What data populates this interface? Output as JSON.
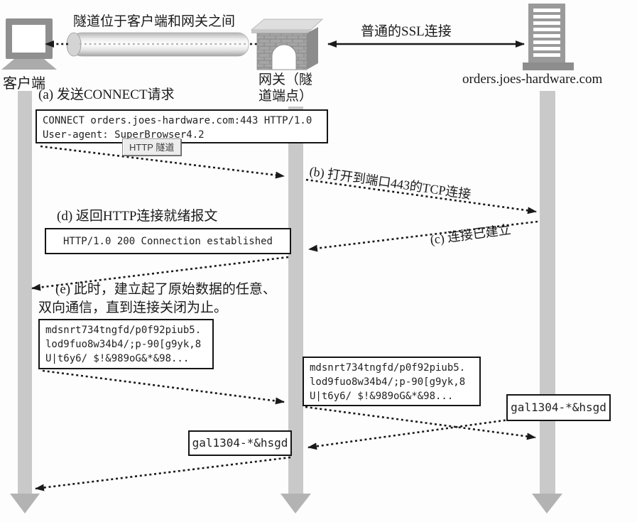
{
  "header": {
    "tunnel_caption": "隧道位于客户端和网关之间",
    "ssl_caption": "普通的SSL连接",
    "client_label": "客户端",
    "gateway_label_1": "网关（隧",
    "gateway_label_2": "道端点）",
    "server_label": "orders.joes-hardware.com"
  },
  "steps": {
    "a": "(a) 发送CONNECT请求",
    "b": "(b) 打开到端口443的TCP连接",
    "c": "(c) 连接已建立",
    "d": "(d) 返回HTTP连接就绪报文",
    "e1": "(e) 此时，建立起了原始数据的任意、",
    "e2": "双向通信，直到连接关闭为止。"
  },
  "messages": {
    "connect_1": "CONNECT orders.joes-hardware.com:443 HTTP/1.0",
    "connect_2": "User-agent: SuperBrowser4.2",
    "tooltip": "HTTP 隧道",
    "ok_response": "HTTP/1.0 200 Connection established",
    "raw_1": "mdsnrt734tngfd/p0f92piub5.",
    "raw_2": "lod9fuo8w34b4/;p-90[g9yk,8",
    "raw_3": "U|t6y6/ $!&989oG&*&98...",
    "gal": "gal1304-*&hsgd"
  },
  "colors": {
    "arrow_line": "#1a1a1a",
    "lifeline": "#c9c9c9",
    "lifeline_arrow": "#b3b3b3",
    "box_border": "#151515",
    "icon_gray": "#979797"
  }
}
